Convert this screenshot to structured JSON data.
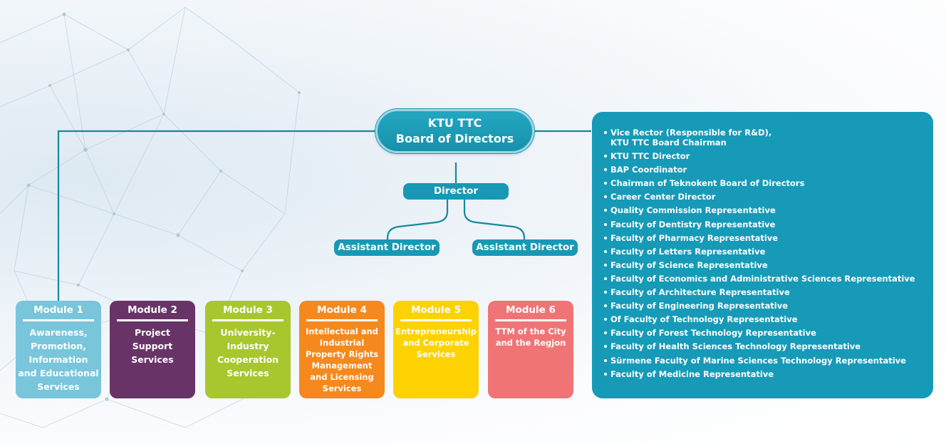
{
  "board": {
    "line1": "KTU TTC",
    "line2": "Board of Directors"
  },
  "director": "Director",
  "assistants": [
    "Assistant Director",
    "Assistant Director"
  ],
  "modules": [
    {
      "title": "Module 1",
      "desc": [
        "Awareness,",
        "Promotion,",
        "Information",
        "and Educational",
        "Services"
      ],
      "color": "#78c5dc"
    },
    {
      "title": "Module 2",
      "desc": [
        "Project",
        "Support",
        "Services"
      ],
      "color": "#683467"
    },
    {
      "title": "Module 3",
      "desc": [
        "University-",
        "Industry",
        "Cooperation",
        "Services"
      ],
      "color": "#a8c72e"
    },
    {
      "title": "Module 4",
      "desc": [
        "Intellectual and",
        "Industrial",
        "Property Rights",
        "Management",
        "and Licensing",
        "Services"
      ],
      "color": "#f5891e"
    },
    {
      "title": "Module 5",
      "desc": [
        "Entrepreneurship",
        "and Corporate",
        "Services"
      ],
      "color": "#fdd202"
    },
    {
      "title": "Module 6",
      "desc": [
        "TTM of the City",
        "and the Regjon"
      ],
      "color": "#f07475"
    }
  ],
  "members": {
    "first": [
      "Vice Rector (Responsible for R&D),",
      "KTU TTC Board Chairman"
    ],
    "items": [
      "KTU TTC Director",
      "BAP Coordinator",
      "Chairman of Teknokent Board of Directors",
      "Career Center Director",
      "Quality Commission Representative",
      "Faculty of Dentistry Representative",
      "Faculty of Pharmacy Representative",
      "Faculty of Letters Representative",
      "Faculty of Science Representative",
      "Faculty of Economics and Administrative Sciences Representative",
      "Faculty of Architecture Representative",
      "Faculty of Engineering Representative",
      "Of Faculty of Technology Representative",
      "Faculty of Forest Technology Representative",
      "Faculty of Health Sciences Technology Representative",
      "Sürmene Faculty of Marine Sciences Technology Representative",
      "Faculty of Medicine Representative"
    ]
  }
}
